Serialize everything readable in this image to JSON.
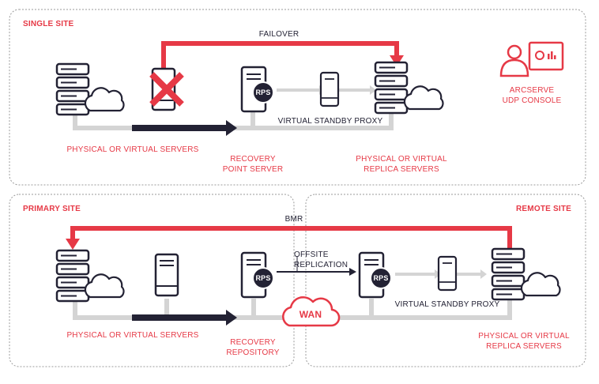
{
  "sections": {
    "single_site": "SINGLE SITE",
    "primary_site": "PRIMARY SITE",
    "remote_site": "REMOTE SITE"
  },
  "flows": {
    "failover": "FAILOVER",
    "bmr": "BMR",
    "offsite_replication_line1": "OFFSITE",
    "offsite_replication_line2": "REPLICATION",
    "wan": "WAN"
  },
  "single_site": {
    "source_label": "PHYSICAL OR VIRTUAL SERVERS",
    "rps_label_line1": "RECOVERY",
    "rps_label_line2": "POINT SERVER",
    "proxy_label": "VIRTUAL STANDBY PROXY",
    "replica_label_line1": "PHYSICAL OR VIRTUAL",
    "replica_label_line2": "REPLICA SERVERS",
    "console_label_line1": "ARCSERVE",
    "console_label_line2": "UDP CONSOLE",
    "rps_badge": "RPS"
  },
  "primary_site": {
    "source_label": "PHYSICAL OR VIRTUAL SERVERS",
    "repo_label_line1": "RECOVERY",
    "repo_label_line2": "REPOSITORY",
    "rps_badge": "RPS"
  },
  "remote_site": {
    "proxy_label": "VIRTUAL STANDBY PROXY",
    "replica_label_line1": "PHYSICAL OR VIRTUAL",
    "replica_label_line2": "REPLICA SERVERS",
    "rps_badge": "RPS"
  },
  "colors": {
    "accent_red": "#e63946",
    "dark_navy": "#232234",
    "gray_line": "#d4d4d4",
    "border_gray": "#9a9a9a"
  }
}
